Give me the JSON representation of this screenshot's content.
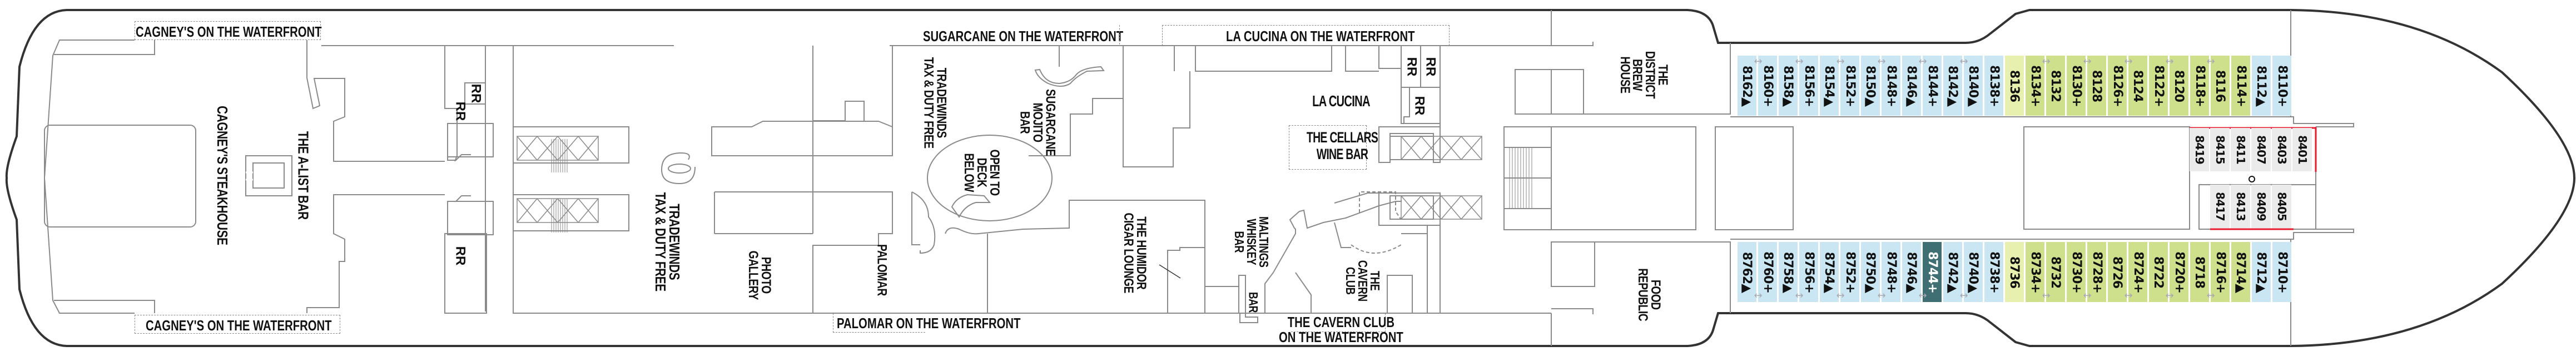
{
  "deck_plan": {
    "colors": {
      "hull": "#333333",
      "walls": "#8a8a8a",
      "cabin_blue": "#c9e6f2",
      "cabin_green": "#cfe08c",
      "cabin_pale_yellow": "#e8f0b0",
      "cabin_gray": "#ebebeb",
      "cabin_highlight": "#3f6f73",
      "accessible_outline": "#e8192c",
      "connector": "#a9a9b2"
    },
    "waterfront_labels": {
      "cagneys_top": "CAGNEY'S ON THE WATERFRONT",
      "cagneys_bottom": "CAGNEY'S ON THE WATERFRONT",
      "sugarcane": "SUGARCANE ON THE WATERFRONT",
      "la_cucina": "LA CUCINA ON THE WATERFRONT",
      "palomar": "PALOMAR ON THE WATERFRONT",
      "cavern_club": "THE CAVERN CLUB\nON THE WATERFRONT"
    },
    "venues": {
      "cagneys_steakhouse": "CAGNEY'S STEAKHOUSE",
      "a_list_bar": "THE A-LIST BAR",
      "tradewinds_1": "TRADEWINDS\nTAX & DUTY FREE",
      "tradewinds_2": "TRADEWINDS\nTAX & DUTY FREE",
      "photo_gallery": "PHOTO\nGALLERY",
      "palomar": "PALOMAR",
      "sugarcane_mojito_bar": "SUGARCANE\nMOJITO\nBAR",
      "open_to_deck_below": "OPEN TO\nDECK\nBELOW",
      "humidor": "THE HUMIDOR\nCIGAR LOUNGE",
      "maltings": "MALTINGS\nWHISKEY\nBAR",
      "bar": "BAR",
      "cavern_club": "THE\nCAVERN\nCLUB",
      "la_cucina": "LA CUCINA",
      "cellars": "THE CELLARS\nWINE BAR",
      "district_brew_house": "THE\nDISTRICT\nBREW\nHOUSE",
      "food_republic": "FOOD\nREPUBLIC"
    },
    "restrooms": [
      "RR",
      "RR",
      "RR",
      "RR",
      "RR",
      "RR"
    ],
    "connector_glyph": "↔",
    "cabins_port": [
      {
        "id": "8162▲",
        "color": "blue",
        "conn": false
      },
      {
        "id": "8160+",
        "color": "blue",
        "conn": true
      },
      {
        "id": "8158▲",
        "color": "blue",
        "conn": false
      },
      {
        "id": "8156+",
        "color": "blue",
        "conn": true
      },
      {
        "id": "8154▲",
        "color": "blue",
        "conn": false
      },
      {
        "id": "8152+",
        "color": "blue",
        "conn": true
      },
      {
        "id": "8150▲",
        "color": "blue",
        "conn": false
      },
      {
        "id": "8148+",
        "color": "blue",
        "conn": true
      },
      {
        "id": "8146▲",
        "color": "blue",
        "conn": false
      },
      {
        "id": "8144+",
        "color": "blue",
        "conn": true
      },
      {
        "id": "8142▲",
        "color": "blue",
        "conn": false
      },
      {
        "id": "8140▲",
        "color": "blue",
        "conn": true
      },
      {
        "id": "8138+",
        "color": "blue",
        "conn": false
      },
      {
        "id": "8136",
        "color": "pale",
        "conn": false
      },
      {
        "id": "8134+",
        "color": "green",
        "conn": false
      },
      {
        "id": "8132",
        "color": "green",
        "conn": true
      },
      {
        "id": "8130+",
        "color": "green",
        "conn": false
      },
      {
        "id": "8128",
        "color": "green",
        "conn": true
      },
      {
        "id": "8126+",
        "color": "green",
        "conn": false
      },
      {
        "id": "8124",
        "color": "green",
        "conn": true
      },
      {
        "id": "8122+",
        "color": "green",
        "conn": false
      },
      {
        "id": "8120",
        "color": "green",
        "conn": true
      },
      {
        "id": "8118+",
        "color": "green",
        "conn": false
      },
      {
        "id": "8116",
        "color": "green",
        "conn": true
      },
      {
        "id": "8114+",
        "color": "green",
        "conn": false
      },
      {
        "id": "8112▲",
        "color": "blue",
        "conn": false
      },
      {
        "id": "8110+",
        "color": "blue",
        "conn": false
      }
    ],
    "cabins_starboard": [
      {
        "id": "8762▲",
        "color": "blue",
        "conn": false
      },
      {
        "id": "8760+",
        "color": "blue",
        "conn": true
      },
      {
        "id": "8758▲",
        "color": "blue",
        "conn": false
      },
      {
        "id": "8756+",
        "color": "blue",
        "conn": true
      },
      {
        "id": "8754▲",
        "color": "blue",
        "conn": false
      },
      {
        "id": "8752+",
        "color": "blue",
        "conn": true
      },
      {
        "id": "8750▲",
        "color": "blue",
        "conn": false
      },
      {
        "id": "8748+",
        "color": "blue",
        "conn": true
      },
      {
        "id": "8746▲",
        "color": "blue",
        "conn": false
      },
      {
        "id": "8744+",
        "color": "highlight",
        "conn": true
      },
      {
        "id": "8742▲",
        "color": "blue",
        "conn": false
      },
      {
        "id": "8740▲",
        "color": "blue",
        "conn": true
      },
      {
        "id": "8738+",
        "color": "blue",
        "conn": false
      },
      {
        "id": "8736",
        "color": "pale",
        "conn": false
      },
      {
        "id": "8734+",
        "color": "green",
        "conn": false
      },
      {
        "id": "8732",
        "color": "green",
        "conn": true
      },
      {
        "id": "8730+",
        "color": "green",
        "conn": false
      },
      {
        "id": "8728+",
        "color": "green",
        "conn": true
      },
      {
        "id": "8726",
        "color": "green",
        "conn": false
      },
      {
        "id": "8724+",
        "color": "green",
        "conn": true
      },
      {
        "id": "8722",
        "color": "green",
        "conn": false
      },
      {
        "id": "8720+",
        "color": "green",
        "conn": true
      },
      {
        "id": "8718",
        "color": "green",
        "conn": false
      },
      {
        "id": "8716+",
        "color": "green",
        "conn": true
      },
      {
        "id": "8714▲",
        "color": "green",
        "conn": false
      },
      {
        "id": "8712▲",
        "color": "blue",
        "conn": false
      },
      {
        "id": "8710+",
        "color": "blue",
        "conn": false
      }
    ],
    "cabins_forward_upper": [
      "8419",
      "8415",
      "8411",
      "8407",
      "8403",
      "8401"
    ],
    "cabins_forward_lower": [
      "8417",
      "8413",
      "8409",
      "8405"
    ]
  }
}
